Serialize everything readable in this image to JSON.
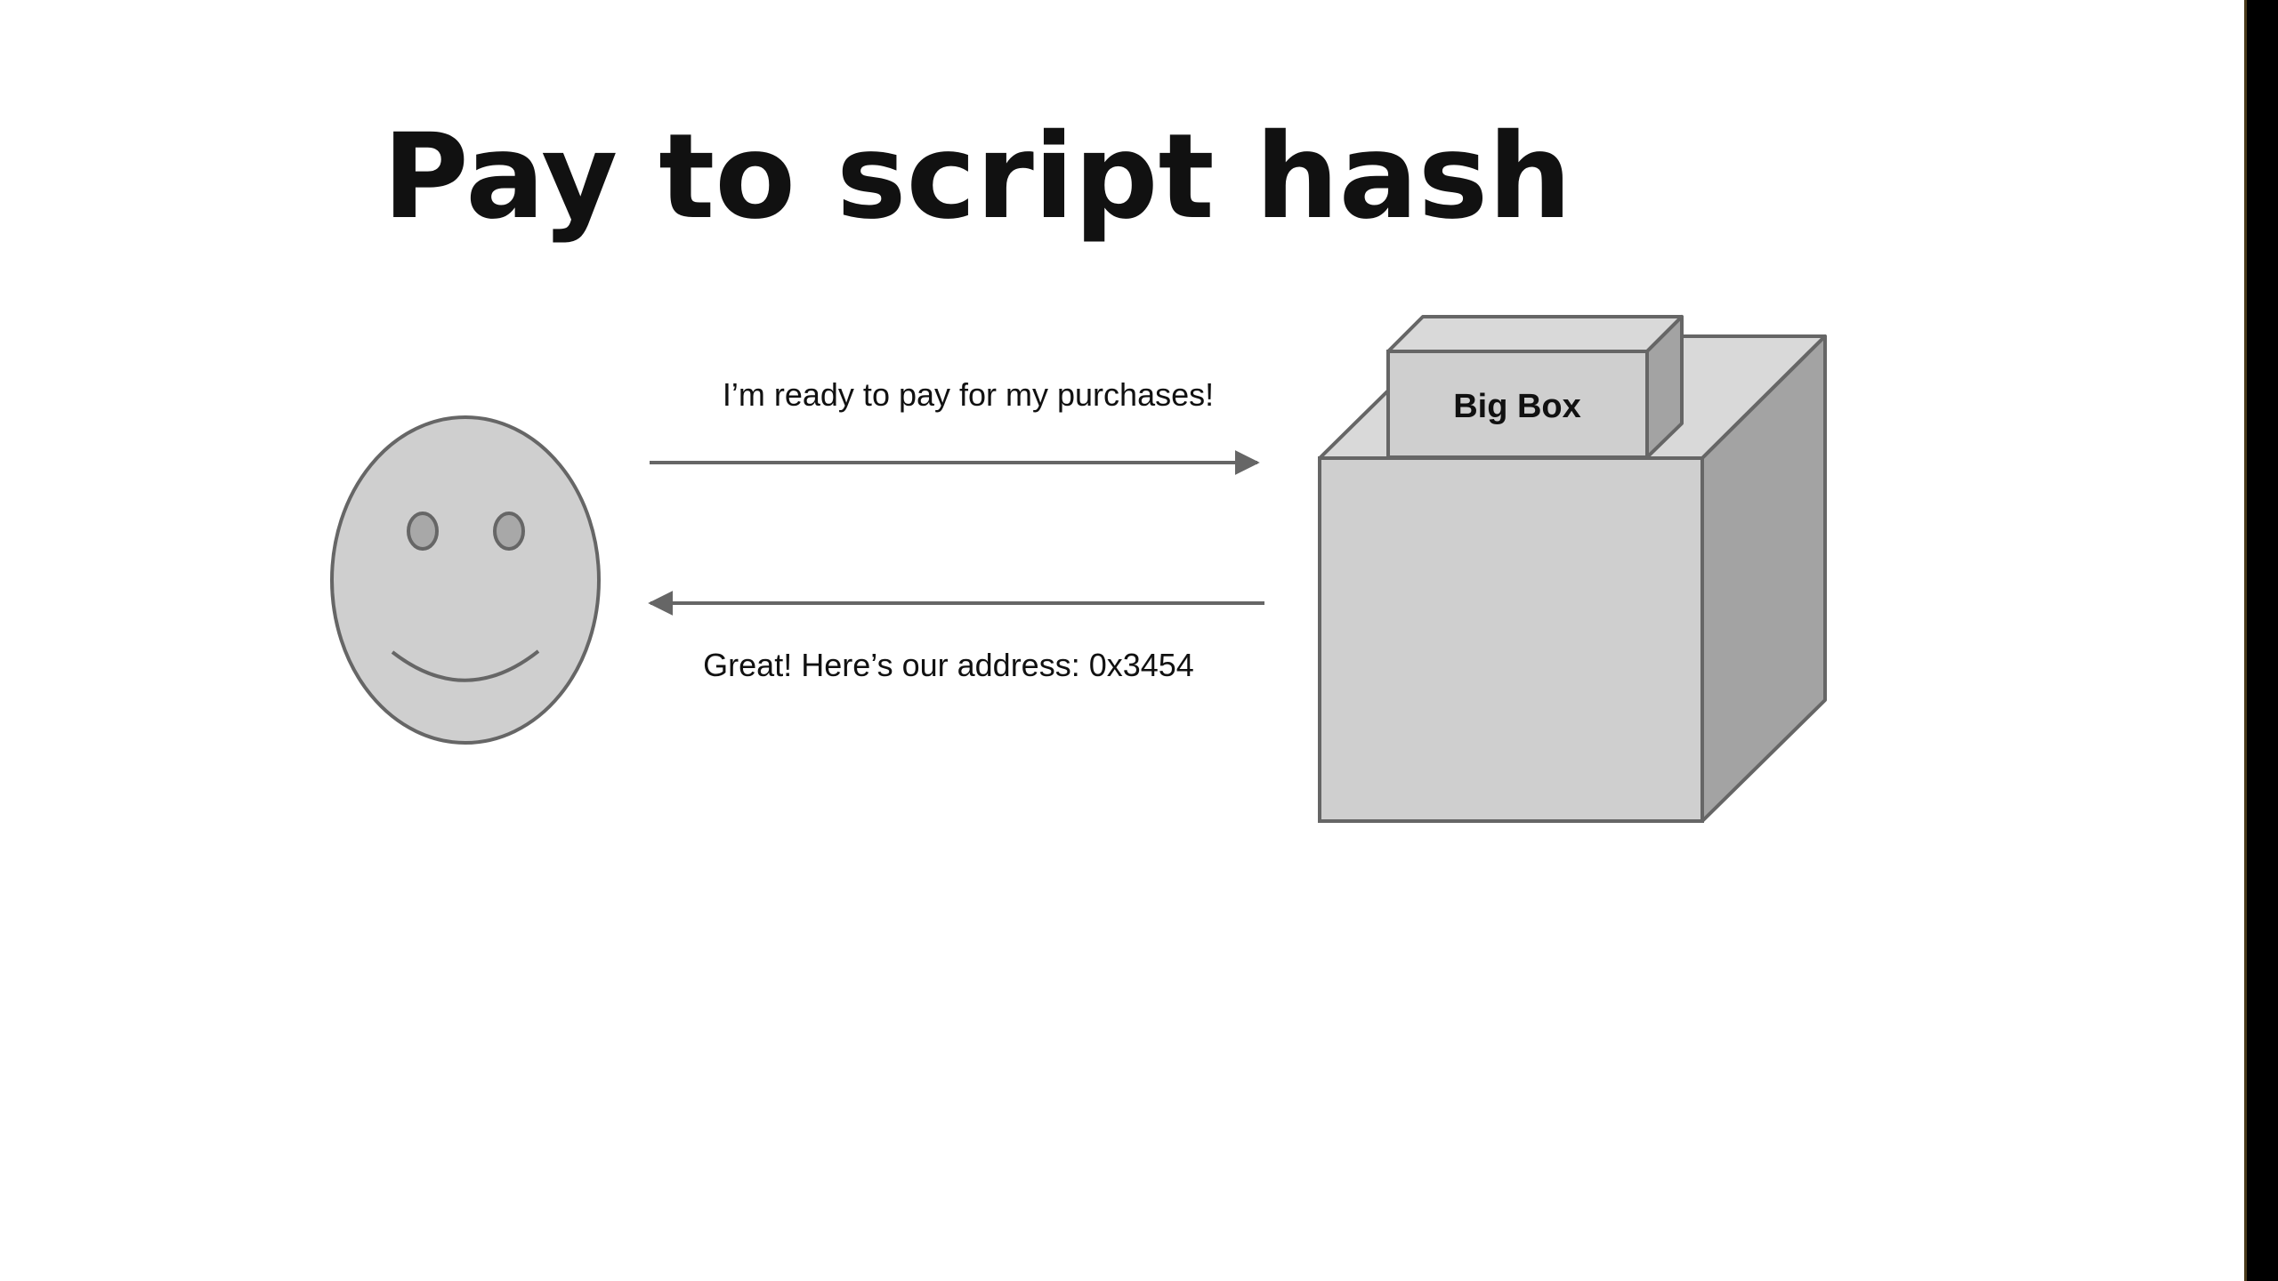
{
  "slide": {
    "title": "Pay to script hash"
  },
  "diagram": {
    "request_message": "I’m ready to pay for my purchases!",
    "response_message": "Great! Here’s our address: 0x3454",
    "box_label": "Big Box"
  },
  "colors": {
    "shape_fill": "#cfcfcf",
    "shape_side": "#a3a3a3",
    "shape_top": "#d9d9d9",
    "outline": "#666666",
    "eye_fill": "#a8a8a8",
    "text": "#111111",
    "frame_bar": "#000000"
  }
}
